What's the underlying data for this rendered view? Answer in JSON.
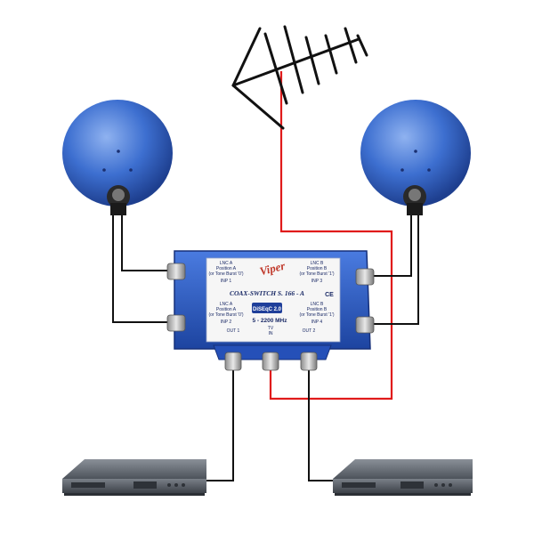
{
  "colors": {
    "dish": "#3d6fd0",
    "cable_black": "#111111",
    "cable_red": "#e01b1b",
    "switch_body": "#2f5fc8",
    "switch_label": "#f6f6f6",
    "receiver": "#5b6068"
  },
  "icons": {
    "antenna": "tv-antenna-icon",
    "dish": "satellite-dish-icon",
    "receiver": "satellite-receiver-icon",
    "switch": "coax-switch-icon"
  },
  "switch": {
    "brand": "Viper",
    "model": "COAX-SWITCH S. 166 - A",
    "freq": "5 - 2200 MHz",
    "diseqc_logo": "DiSEqC 2.0",
    "ce": "CE",
    "lnb_a_top": {
      "line1": "LNC A",
      "line2": "Position A",
      "line3": "(or Tone Burst '0')",
      "port": "INP 1"
    },
    "lnb_a_bottom": {
      "line1": "LNC A",
      "line2": "Position A",
      "line3": "(or Tone Burst '0')",
      "port": "INP 2"
    },
    "lnb_b_top": {
      "line1": "LNC B",
      "line2": "Position B",
      "line3": "(or Tone Burst '1')",
      "port": "INP 3"
    },
    "lnb_b_bottom": {
      "line1": "LNC B",
      "line2": "Position B",
      "line3": "(or Tone Burst '1')",
      "port": "INP 4"
    },
    "out1": "OUT 1",
    "tv_in_1": "TV",
    "tv_in_2": "IN",
    "out2": "OUT 2"
  }
}
